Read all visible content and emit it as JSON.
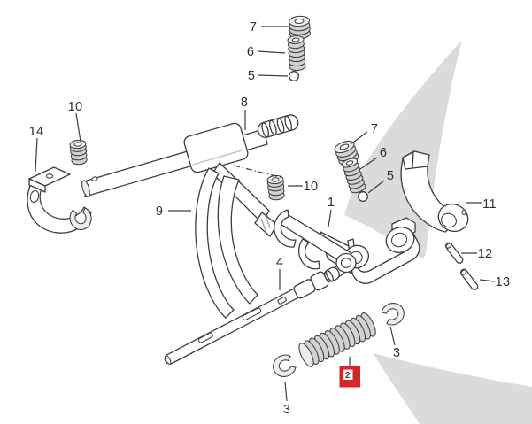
{
  "colors": {
    "background": "#ffffff",
    "line": "#3d3d3d",
    "watermark": "#dbdbdb",
    "highlight_box": "#d7232a",
    "highlight_label_bg": "#ffffff",
    "highlight_label_text": "#4a4a4a",
    "callout_text": "#2f2f2f"
  },
  "diagram": {
    "selected_part": "2"
  },
  "callouts": {
    "part1": "1",
    "part2_selected": "2",
    "part3_left": "3",
    "part3_right": "3",
    "part4": "4",
    "part5_top": "5",
    "part5_right": "5",
    "part6_top": "6",
    "part6_right": "6",
    "part7_top": "7",
    "part7_right": "7",
    "part8": "8",
    "part9": "9",
    "part10_left": "10",
    "part10_right": "10",
    "part11": "11",
    "part12": "12",
    "part13": "13",
    "part14": "14"
  }
}
